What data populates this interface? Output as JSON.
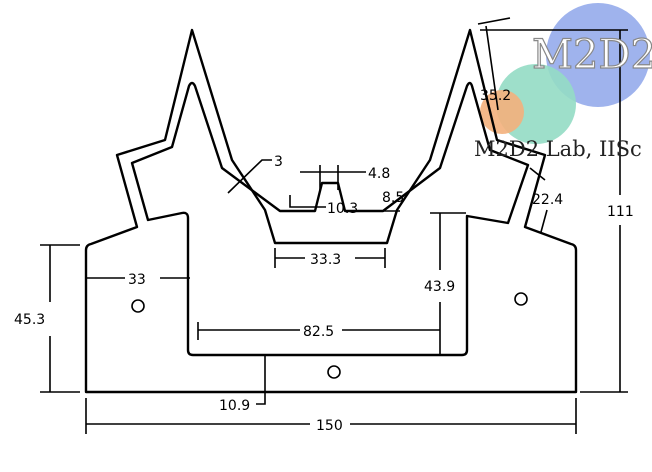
{
  "drawing": {
    "dimensions": {
      "wall_thickness": "3",
      "top_step_width": "4.8",
      "step_width": "10.3",
      "step_height": "8.5",
      "slot_width": "33.3",
      "side_width": "33",
      "side_height": "45.3",
      "pocket_width": "82.5",
      "pocket_depth": "43.9",
      "base_thickness": "10.9",
      "overall_width": "150",
      "arm_width": "22.4",
      "overall_height": "111",
      "tip_dimension": "35.2"
    },
    "mounting_holes": 3
  },
  "watermark": {
    "logo_text": "M2D2",
    "label": "M2D2 Lab, IISc",
    "colors": {
      "blue": "#8ea6ea",
      "green": "#93dcc4",
      "orange": "#f3b07c"
    }
  }
}
